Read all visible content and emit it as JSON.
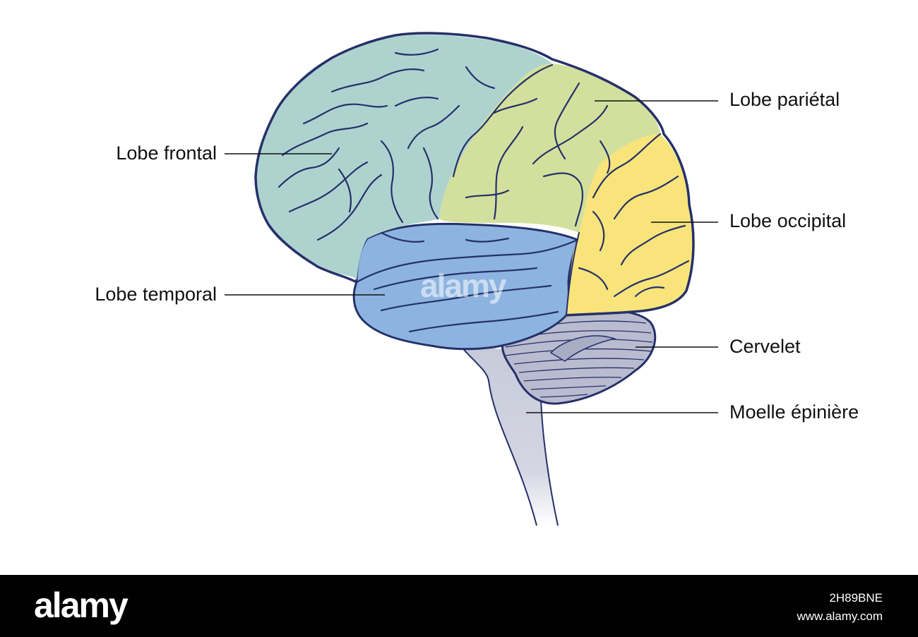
{
  "labels": {
    "frontal": "Lobe frontal",
    "temporal": "Lobe temporal",
    "parietal": "Lobe pariétal",
    "occipital": "Lobe occipital",
    "cervelet": "Cervelet",
    "moelle": "Moelle épinière"
  },
  "watermark": "alamy",
  "footer": {
    "logo": "alamy",
    "image_id": "2H89BNE",
    "url": "www.alamy.com"
  },
  "colors": {
    "frontal": "#aed3cf",
    "parietal": "#d3e09d",
    "occipital": "#f8e47a",
    "temporal": "#8db4e0",
    "cerebellum": "#b9bccf",
    "stem": "#c7cad9",
    "outline": "#25306a"
  }
}
